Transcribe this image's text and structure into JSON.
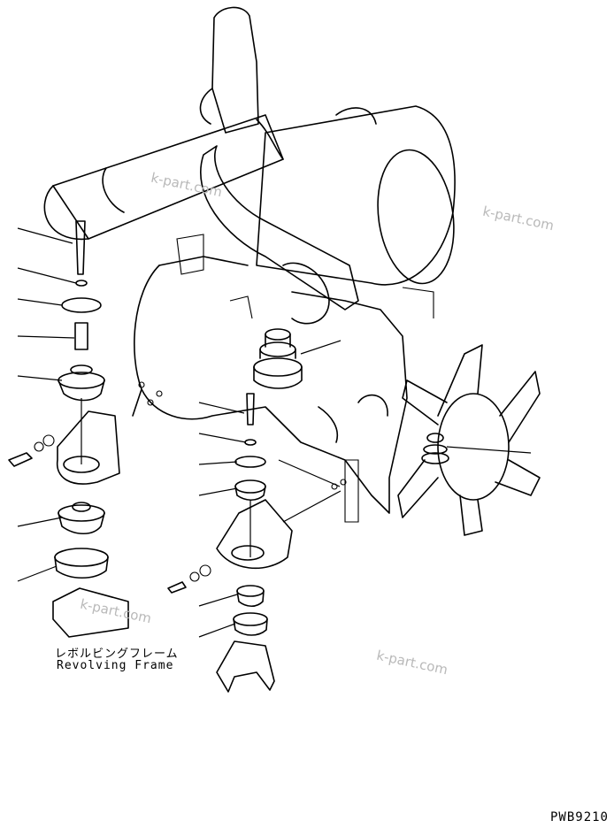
{
  "frame_label_jp": "レボルビングフレーム",
  "frame_label_en": "Revolving Frame",
  "drawing_code": "PWB9210",
  "watermark": "k-part.com"
}
